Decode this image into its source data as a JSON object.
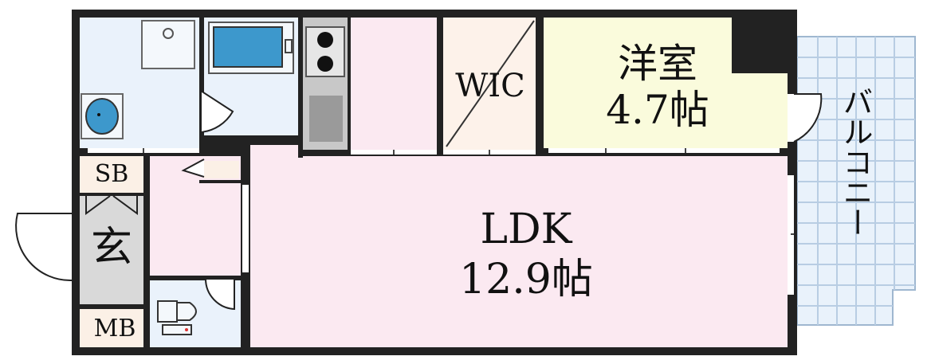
{
  "rooms": {
    "ldk": {
      "name": "LDK",
      "size": "12.9帖"
    },
    "western": {
      "name": "洋室",
      "size": "4.7帖"
    },
    "wic": {
      "name": "WIC"
    },
    "sb": {
      "name": "SB"
    },
    "entrance": {
      "name": "玄"
    },
    "mb": {
      "name": "MB"
    },
    "balcony": {
      "name": "バルコニー"
    }
  },
  "colors": {
    "wall": "#222222",
    "ldk_fill": "#fbe9f1",
    "western_fill": "#fafbdc",
    "wic_fill": "#fdf2ea",
    "wet_fill": "#eaf2fb",
    "entrance_fill": "#d9d9d9",
    "storage_fill": "#fbf0e6",
    "balcony_fill": "#e9f2fb",
    "grid_line": "#b8cde3",
    "bath_blue": "#3d98cc"
  }
}
